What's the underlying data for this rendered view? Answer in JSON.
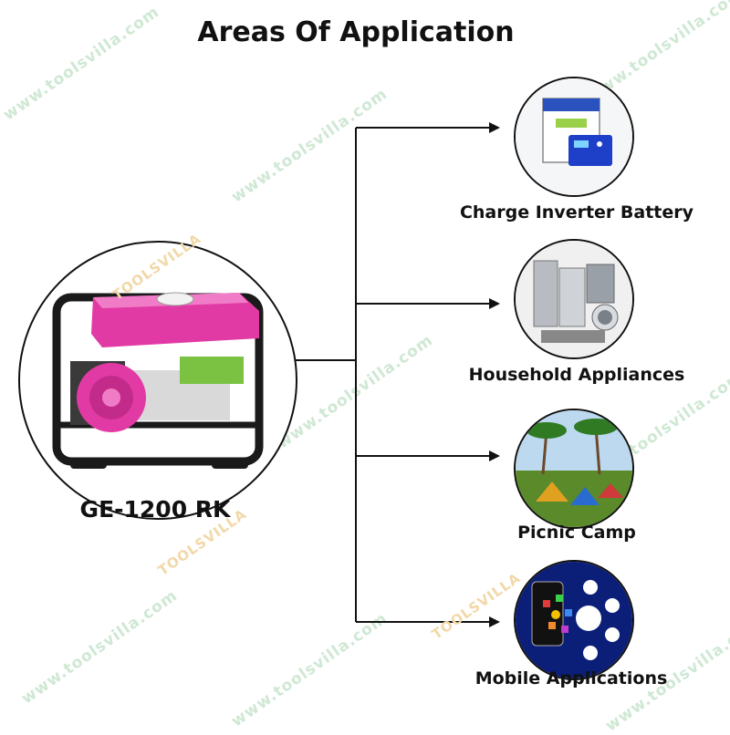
{
  "title": "Areas Of Application",
  "watermark": "www.toolsvilla.com",
  "watermark_brand": "TOOLSVILLA",
  "product": {
    "model": "GE-1200 RK"
  },
  "applications": [
    {
      "label": "Charge Inverter Battery",
      "icon": "inverter-battery-icon"
    },
    {
      "label": "Household Appliances",
      "icon": "household-appliances-icon"
    },
    {
      "label": "Picnic Camp",
      "icon": "picnic-camp-icon"
    },
    {
      "label": "Mobile Applications",
      "icon": "mobile-applications-icon"
    }
  ],
  "colors": {
    "generator_body": "#e23aa4",
    "generator_frame": "#1a1a1a",
    "accent_green": "#7cc242",
    "watermark": "#cfe8d4",
    "line": "#111111"
  }
}
